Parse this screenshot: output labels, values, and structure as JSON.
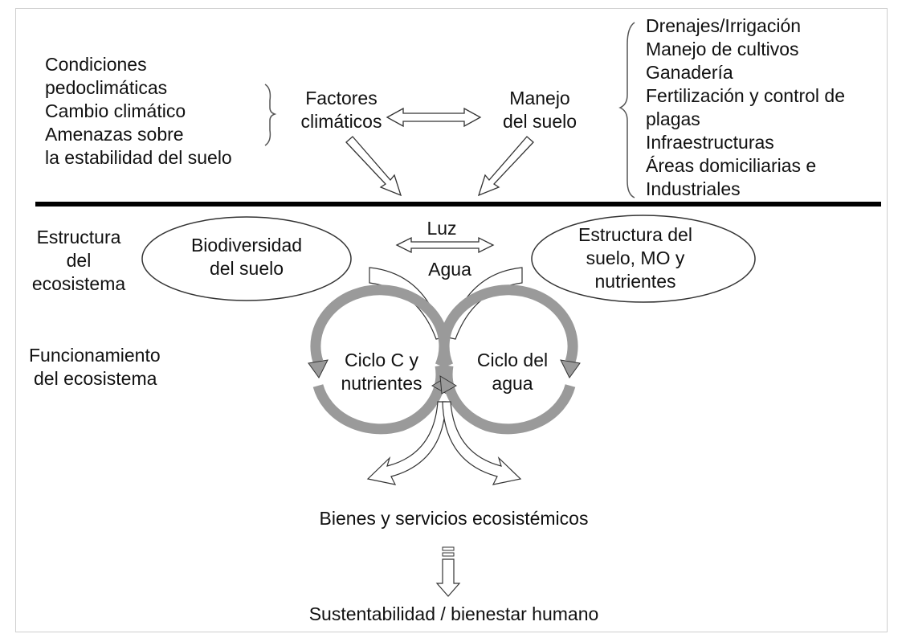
{
  "top_left_factors": [
    "Condiciones",
    "pedoclimáticas",
    "Cambio climático",
    "Amenazas sobre",
    "la estabilidad del suelo"
  ],
  "factores_climaticos": [
    "Factores",
    "climáticos"
  ],
  "manejo_suelo": [
    "Manejo",
    "del suelo"
  ],
  "management_practices": [
    "Drenajes/Irrigación",
    "Manejo de cultivos",
    "Ganadería",
    "Fertilización y control de",
    "plagas",
    "Infraestructuras",
    "Áreas domiciliarias e",
    "Industriales"
  ],
  "estructura_ecosistema": [
    "Estructura",
    "del",
    "ecosistema"
  ],
  "biodiversidad": [
    "Biodiversidad",
    "del suelo"
  ],
  "luz": "Luz",
  "agua": "Agua",
  "estructura_suelo": [
    "Estructura del",
    "suelo, MO y",
    "nutrientes"
  ],
  "funcionamiento": [
    "Funcionamiento",
    "del ecosistema"
  ],
  "ciclo_c": [
    "Ciclo C y",
    "nutrientes"
  ],
  "ciclo_agua": [
    "Ciclo del",
    "agua"
  ],
  "bienes_servicios": "Bienes y servicios ecosistémicos",
  "sustentabilidad": "Sustentabilidad / bienestar humano",
  "colors": {
    "line": "#000000",
    "cycle_arrow": "#9a9a9a",
    "outline": "#333333"
  }
}
